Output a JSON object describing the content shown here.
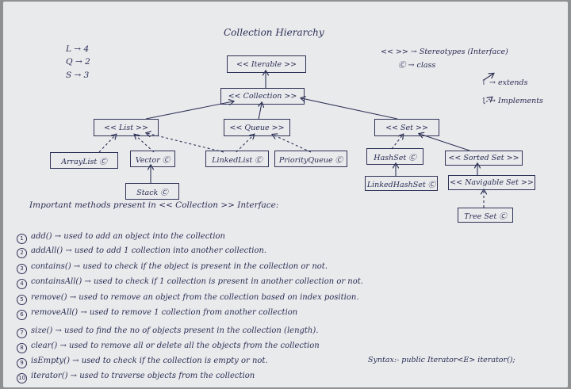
{
  "title": "Collection Hierarchy",
  "counts": [
    "L → 4",
    "Q → 2",
    "S → 3"
  ],
  "legend": {
    "stereotype": "<< >> → Stereotypes (Interface)",
    "class_mark": "Ⓒ → class",
    "extends": "↑ → extends",
    "implements": "↑ → Implements"
  },
  "nodes": {
    "iterable": "<< Iterable >>",
    "collection": "<< Collection >>",
    "list": "<< List >>",
    "queue": "<< Queue >>",
    "set": "<< Set >>",
    "arraylist": "ArrayList Ⓒ",
    "vector": "Vector Ⓒ",
    "linkedlist": "LinkedList Ⓒ",
    "priorityqueue": "PriorityQueue Ⓒ",
    "hashset": "HashSet Ⓒ",
    "sortedset": "<< Sorted Set >>",
    "stack": "Stack Ⓒ",
    "linkedhashset": "LinkedHashSet Ⓒ",
    "navigableset": "<< Navigable Set >>",
    "treeset": "Tree Set Ⓒ"
  },
  "methods_heading": "Important methods present in << Collection >> Interface:",
  "methods": [
    {
      "num": "1",
      "text": "add() → used to add an object into the collection"
    },
    {
      "num": "2",
      "text": "addAll() → used to add 1 collection into another collection."
    },
    {
      "num": "3",
      "text": "contains() → used to check if the object is present in the collection or not."
    },
    {
      "num": "4",
      "text": "containsAll() → used to check if 1 collection is present in another collection or not."
    },
    {
      "num": "5",
      "text": "remove() → used to remove an object from the collection based on index position."
    },
    {
      "num": "6",
      "text": "removeAll() → used to remove 1 collection from another collection"
    },
    {
      "num": "7",
      "text": "size() → used to find the no of objects present in the collection (length)."
    },
    {
      "num": "8",
      "text": "clear() → used to remove all or delete all the objects from the collection"
    },
    {
      "num": "9",
      "text": "isEmpty() → used to check if the collection is empty or not."
    },
    {
      "num": "10",
      "text": "iterator() → used to traverse objects from the collection"
    }
  ],
  "syntax": "Syntax:- public Iterator<E> iterator();"
}
